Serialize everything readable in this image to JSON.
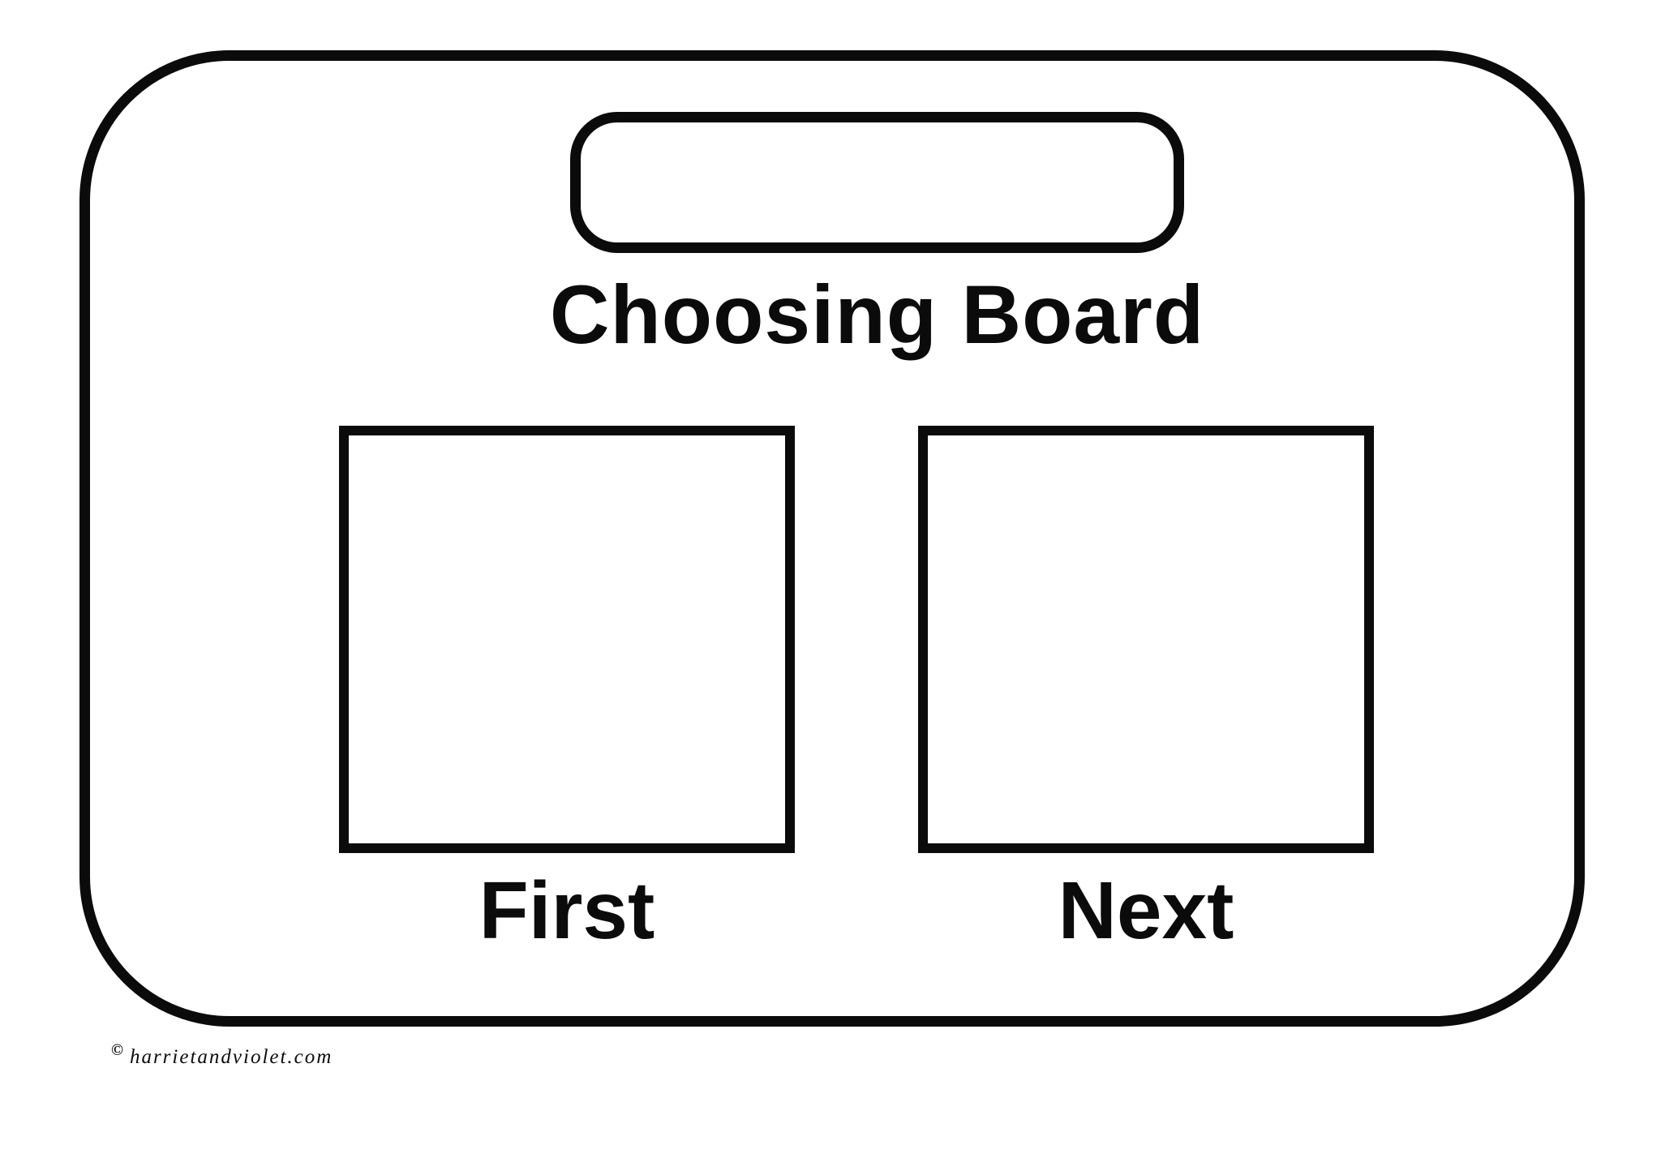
{
  "page": {
    "title": "Choosing Board",
    "slots": [
      {
        "label": "First"
      },
      {
        "label": "Next"
      }
    ],
    "credit": {
      "symbol": "©",
      "text": "harrietandviolet.com"
    },
    "colors": {
      "ink": "#0b0b0b",
      "background": "#ffffff"
    }
  }
}
